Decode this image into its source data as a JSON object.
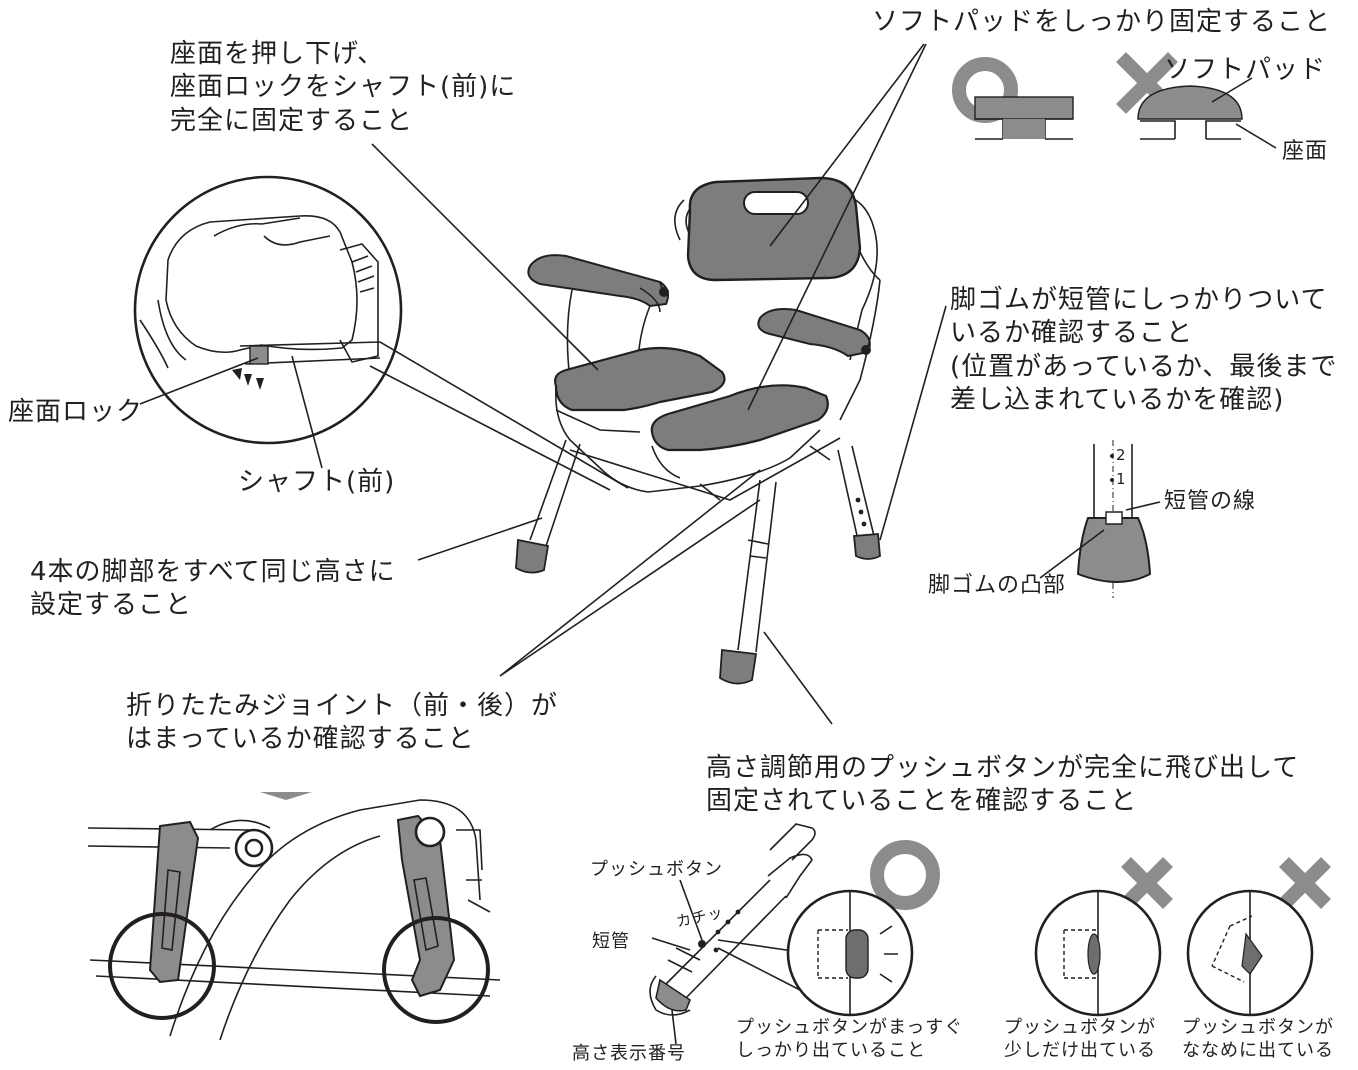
{
  "callouts": {
    "seat_lock_instruction": [
      "座面を押し下げ、",
      "座面ロックをシャフト(前)に",
      "完全に固定すること"
    ],
    "soft_pad_instruction": "ソフトパッドをしっかり固定すること",
    "leg_rubber_instruction": [
      "脚ゴムが短管にしっかりついて",
      "いるか確認すること",
      "(位置があっているか、最後まで",
      "差し込まれているかを確認)"
    ],
    "legs_height_instruction": [
      "4本の脚部をすべて同じ高さに",
      "設定すること"
    ],
    "folding_joint_instruction": [
      "折りたたみジョイント（前・後）が",
      "はまっているか確認すること"
    ],
    "push_button_instruction": [
      "高さ調節用のプッシュボタンが完全に飛び出して",
      "固定されていることを確認すること"
    ]
  },
  "labels": {
    "seat_lock": "座面ロック",
    "shaft_front": "シャフト(前)",
    "soft_pad": "ソフトパッド",
    "seat": "座面",
    "short_tube_line": "短管の線",
    "rubber_bump": "脚ゴムの凸部",
    "mark_2": "2",
    "mark_1": "1",
    "push_button": "プッシュボタン",
    "short_tube": "短管",
    "click_sound": "カチッ",
    "height_number": "高さ表示番号",
    "ok_caption": [
      "プッシュボタンがまっすぐ",
      "しっかり出ていること"
    ],
    "ng_caption_1": [
      "プッシュボタンが",
      "少しだけ出ている"
    ],
    "ng_caption_2": [
      "プッシュボタンが",
      "ななめに出ている"
    ]
  },
  "colors": {
    "mark_gray": "#8c8c8c",
    "pad_gray": "#7d7d7d",
    "line": "#231f20"
  },
  "icons": [
    "ok-circle-mark",
    "ng-cross-mark"
  ]
}
